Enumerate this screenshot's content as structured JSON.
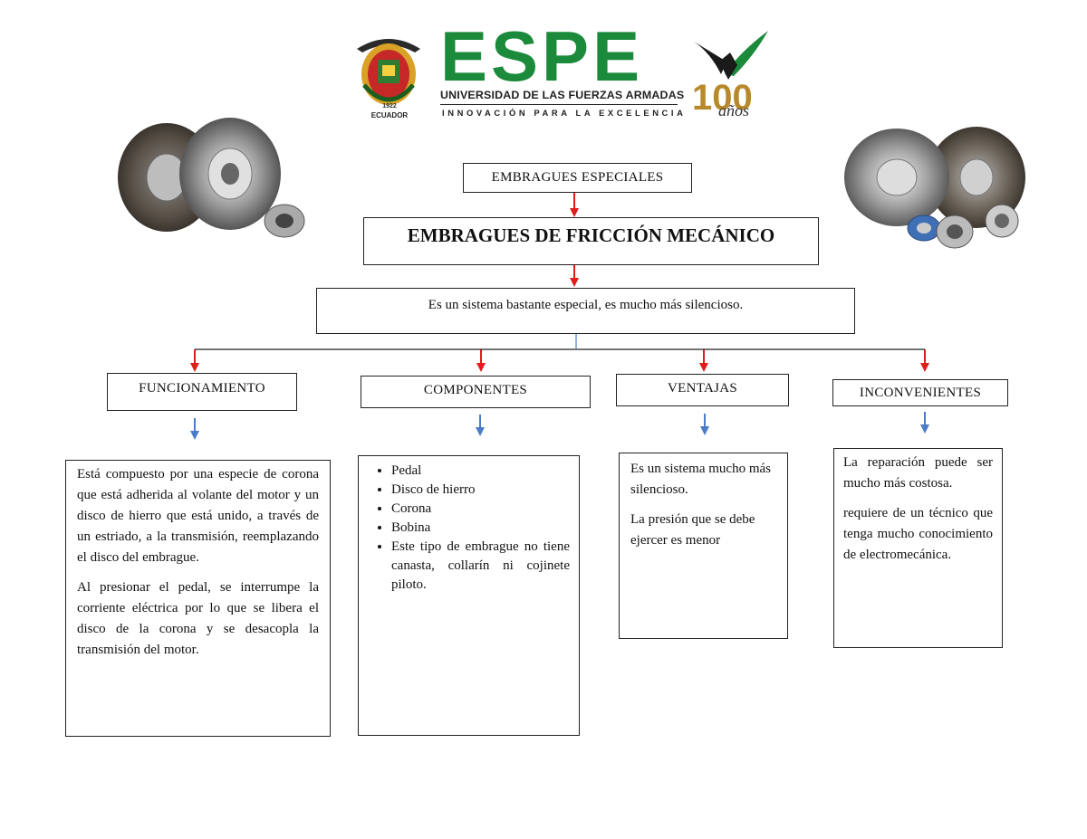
{
  "logo": {
    "name": "ESPE",
    "subtitle": "UNIVERSIDAD DE LAS FUERZAS ARMADAS",
    "motto": "INNOVACIÓN PARA LA EXCELENCIA",
    "seal_year": "1922",
    "seal_country": "ECUADOR",
    "anniversary": "100",
    "anniversary_word": "años",
    "brand_color": "#1b8a3a"
  },
  "diagram": {
    "root": "EMBRAGUES ESPECIALES",
    "title": "EMBRAGUES DE FRICCIÓN MECÁNICO",
    "description": "Es un sistema bastante especial, es mucho más silencioso.",
    "categories": [
      {
        "label": "FUNCIONAMIENTO",
        "paragraphs": [
          "Está compuesto por una especie de corona que está adherida al volante del motor y un disco de hierro que está unido, a través de un estriado, a la transmisión, reemplazando el disco del embrague.",
          "Al presionar el pedal, se interrumpe la corriente eléctrica por lo que se libera el disco de la corona y se desacopla la transmisión del motor."
        ]
      },
      {
        "label": "COMPONENTES",
        "items": [
          "Pedal",
          "Disco de hierro",
          "Corona",
          "Bobina",
          "Este tipo de embrague no tiene canasta, collarín ni cojinete piloto."
        ]
      },
      {
        "label": "VENTAJAS",
        "paragraphs": [
          "Es un sistema mucho más silencioso.",
          "La presión que se debe ejercer es menor"
        ]
      },
      {
        "label": "INCONVENIENTES",
        "paragraphs": [
          "La reparación puede ser mucho más costosa.",
          "requiere de un técnico que tenga mucho conocimiento de electromecánica."
        ]
      }
    ]
  },
  "colors": {
    "red_arrow": "#e21b1b",
    "blue_arrow": "#4a7cc7",
    "border": "#222222"
  },
  "images": {
    "left": "clutch-kit-left",
    "right": "clutch-kit-right"
  }
}
